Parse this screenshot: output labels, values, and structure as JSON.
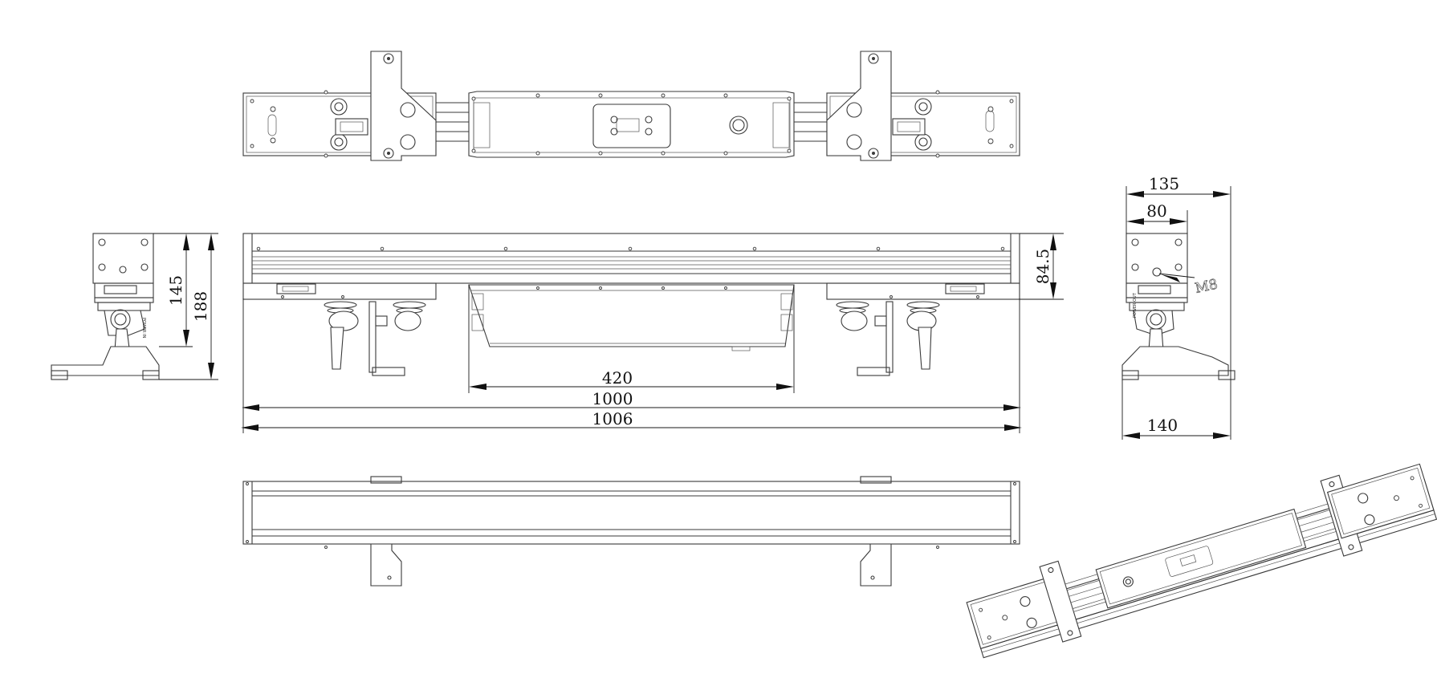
{
  "dimensions": {
    "dim_420": "420",
    "dim_1000": "1000",
    "dim_1006": "1006",
    "dim_84_5": "84.5",
    "dim_145": "145",
    "dim_188": "188",
    "dim_135": "135",
    "dim_80": "80",
    "dim_140": "140"
  },
  "notes": {
    "thread": "M8"
  },
  "labels": {
    "power_out": "POWER OUT",
    "power_in": "POWER IN"
  }
}
